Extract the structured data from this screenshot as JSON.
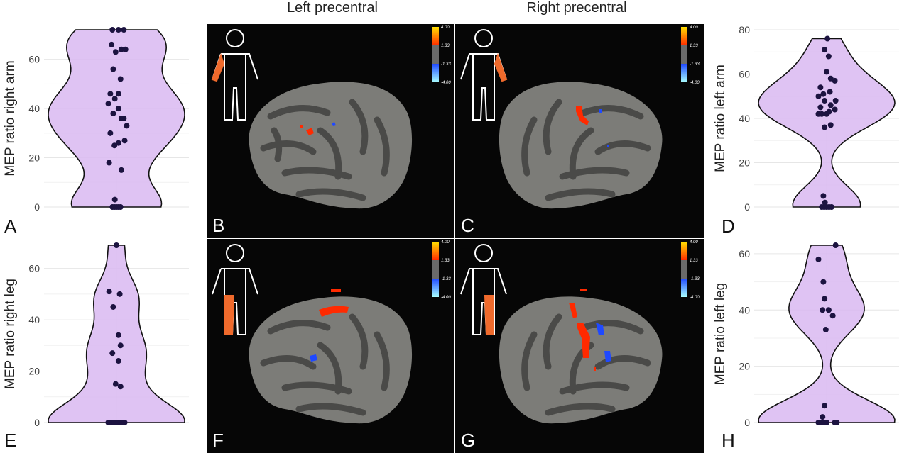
{
  "column_titles": [
    "Left precentral",
    "Right precentral"
  ],
  "letters": {
    "A": "A",
    "B": "B",
    "C": "C",
    "D": "D",
    "E": "E",
    "F": "F",
    "G": "G",
    "H": "H"
  },
  "colorbar": {
    "ticks": [
      "4.00",
      "1.33",
      "-1.33",
      "-4.00"
    ],
    "colors": {
      "high": "#ffe000",
      "pos": "#ff2a00",
      "mid": "#6a6a6a",
      "neg": "#1f49ff",
      "low": "#a8ffff"
    }
  },
  "colors": {
    "violin_fill": "#d9b9f1",
    "violin_stroke": "#111111",
    "point": "#1c1340",
    "body_highlight": "#ef6a2c",
    "gyri": "#7c7c78",
    "sulci": "#4a4a48"
  },
  "chart_data": [
    {
      "type": "violin",
      "panel": "A",
      "ylabel": "MEP ratio right arm",
      "ylim": [
        0,
        72
      ],
      "yticks": [
        0,
        20,
        40,
        60
      ],
      "points": [
        [
          -0.1,
          0
        ],
        [
          -0.05,
          0
        ],
        [
          0,
          0
        ],
        [
          0.05,
          0
        ],
        [
          0.1,
          0
        ],
        [
          -0.04,
          3
        ],
        [
          0.12,
          15
        ],
        [
          -0.18,
          18
        ],
        [
          -0.05,
          25
        ],
        [
          0.05,
          26
        ],
        [
          0.2,
          27
        ],
        [
          -0.15,
          30
        ],
        [
          0.25,
          33
        ],
        [
          0.12,
          36
        ],
        [
          -0.08,
          38
        ],
        [
          0.18,
          36
        ],
        [
          0.05,
          40
        ],
        [
          -0.2,
          42
        ],
        [
          -0.04,
          44
        ],
        [
          0.05,
          46
        ],
        [
          -0.15,
          46
        ],
        [
          0.1,
          52
        ],
        [
          -0.08,
          56
        ],
        [
          -0.02,
          63
        ],
        [
          0.12,
          64
        ],
        [
          0.22,
          64
        ],
        [
          -0.12,
          66
        ],
        [
          -0.1,
          72
        ],
        [
          0.05,
          72
        ],
        [
          0.18,
          72
        ]
      ]
    },
    {
      "type": "violin",
      "panel": "D",
      "ylabel": "MEP ratio left arm",
      "ylim": [
        0,
        76
      ],
      "yticks": [
        0,
        20,
        40,
        60,
        80
      ],
      "points": [
        [
          -0.06,
          0
        ],
        [
          0,
          0
        ],
        [
          0.06,
          0
        ],
        [
          0.12,
          0
        ],
        [
          -0.12,
          0
        ],
        [
          -0.04,
          2
        ],
        [
          -0.08,
          5
        ],
        [
          -0.05,
          36
        ],
        [
          0.1,
          37
        ],
        [
          -0.2,
          42
        ],
        [
          -0.12,
          42
        ],
        [
          0,
          42
        ],
        [
          0.06,
          43
        ],
        [
          0.2,
          44
        ],
        [
          -0.15,
          45
        ],
        [
          0.1,
          46
        ],
        [
          -0.05,
          48
        ],
        [
          0.22,
          48
        ],
        [
          -0.2,
          50
        ],
        [
          -0.08,
          51
        ],
        [
          0.08,
          52
        ],
        [
          -0.15,
          54
        ],
        [
          0.2,
          57
        ],
        [
          0.1,
          58
        ],
        [
          0,
          61
        ],
        [
          0.05,
          68
        ],
        [
          -0.05,
          71
        ],
        [
          0.02,
          76
        ]
      ]
    },
    {
      "type": "violin",
      "panel": "E",
      "ylabel": "MEP ratio right leg",
      "ylim": [
        0,
        69
      ],
      "yticks": [
        0,
        20,
        40,
        60
      ],
      "points": [
        [
          -0.2,
          0
        ],
        [
          -0.15,
          0
        ],
        [
          -0.1,
          0
        ],
        [
          -0.05,
          0
        ],
        [
          0,
          0
        ],
        [
          0.05,
          0
        ],
        [
          0.1,
          0
        ],
        [
          0.15,
          0
        ],
        [
          0.2,
          0
        ],
        [
          0.1,
          14
        ],
        [
          -0.02,
          15
        ],
        [
          0.05,
          24
        ],
        [
          -0.1,
          27
        ],
        [
          0.1,
          30
        ],
        [
          0.05,
          34
        ],
        [
          -0.08,
          45
        ],
        [
          0.08,
          50
        ],
        [
          -0.18,
          51
        ],
        [
          0,
          69
        ]
      ]
    },
    {
      "type": "violin",
      "panel": "H",
      "ylabel": "MEP ratio left leg",
      "ylim": [
        0,
        63
      ],
      "yticks": [
        0,
        20,
        40,
        60
      ],
      "points": [
        [
          -0.2,
          0
        ],
        [
          -0.15,
          0
        ],
        [
          -0.1,
          0
        ],
        [
          -0.05,
          0
        ],
        [
          0,
          0
        ],
        [
          0.2,
          0
        ],
        [
          0.25,
          0
        ],
        [
          -0.1,
          2
        ],
        [
          -0.05,
          6
        ],
        [
          -0.02,
          33
        ],
        [
          0.15,
          38
        ],
        [
          -0.1,
          40
        ],
        [
          0.05,
          40
        ],
        [
          -0.05,
          44
        ],
        [
          -0.08,
          50
        ],
        [
          -0.2,
          58
        ],
        [
          0.22,
          63
        ]
      ]
    }
  ]
}
